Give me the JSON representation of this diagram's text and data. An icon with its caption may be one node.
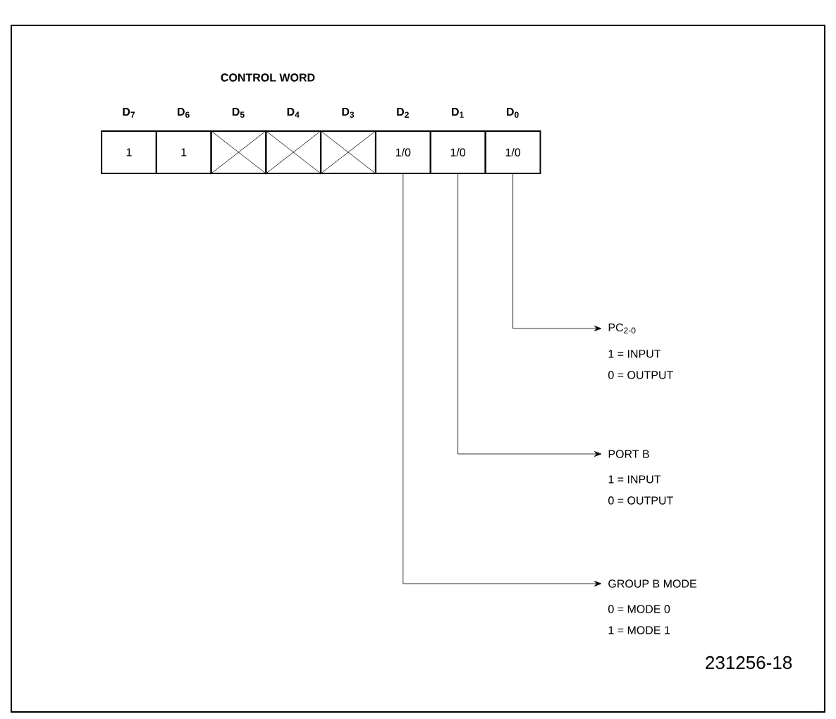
{
  "diagram": {
    "title": "CONTROL WORD",
    "nodes": [
      {
        "text": [
          "D$_{7}$",
          "1"
        ]
      },
      {
        "text": [
          "D$_{6}$",
          "1"
        ]
      },
      {
        "text": [
          "D$_{5}$"
        ]
      },
      {
        "text": [
          "D$_{4}$"
        ]
      },
      {
        "text": [
          "D$_{3}$"
        ]
      },
      {
        "text": [
          "D$_{2}$",
          "1/0"
        ]
      },
      {
        "text": [
          "D$_{1}$",
          "1/0"
        ]
      },
      {
        "text": [
          "D$_{0}$",
          "1/0"
        ]
      },
      {
        "text": [
          "PC$_{2-0}$",
          "1 = INPUT",
          "0 = OUTPUT"
        ]
      },
      {
        "text": [
          "PORT B",
          "1 = INPUT",
          "0 = OUTPUT"
        ]
      },
      {
        "text": [
          "GROUP B MODE",
          "0 = MODE 0",
          "1 = MODE 1"
        ]
      }
    ],
    "edges": [
      {
        "from": 7,
        "to": 8,
        "arrow": "to"
      },
      {
        "from": 6,
        "to": 9,
        "arrow": "to"
      },
      {
        "from": 5,
        "to": 10,
        "arrow": "to"
      }
    ],
    "labels": [
      "231256-18"
    ]
  }
}
